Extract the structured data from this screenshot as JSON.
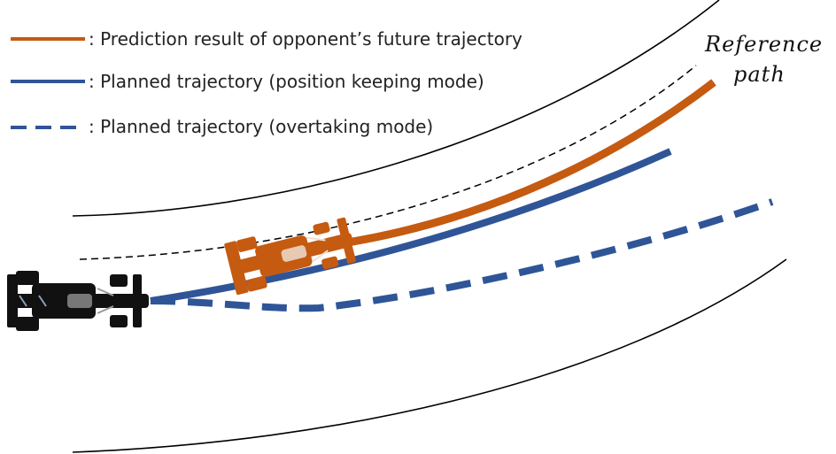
{
  "legend": {
    "items": [
      {
        "label": ": Prediction result of opponent’s future trajectory",
        "style": "solid",
        "color": "#C55A11"
      },
      {
        "label": ": Planned trajectory (position keeping mode)",
        "style": "solid",
        "color": "#2F5597"
      },
      {
        "label": ": Planned trajectory (overtaking mode)",
        "style": "dashed",
        "color": "#2F5597"
      }
    ]
  },
  "reference_path": {
    "label_line1": "Reference",
    "label_line2": "path",
    "style": "dashed",
    "color": "#000000"
  },
  "track": {
    "boundary_color": "#000000"
  },
  "cars": {
    "ego": {
      "color": "#111111",
      "role": "ego-car"
    },
    "opponent": {
      "color": "#C55A11",
      "role": "opponent-car"
    }
  }
}
